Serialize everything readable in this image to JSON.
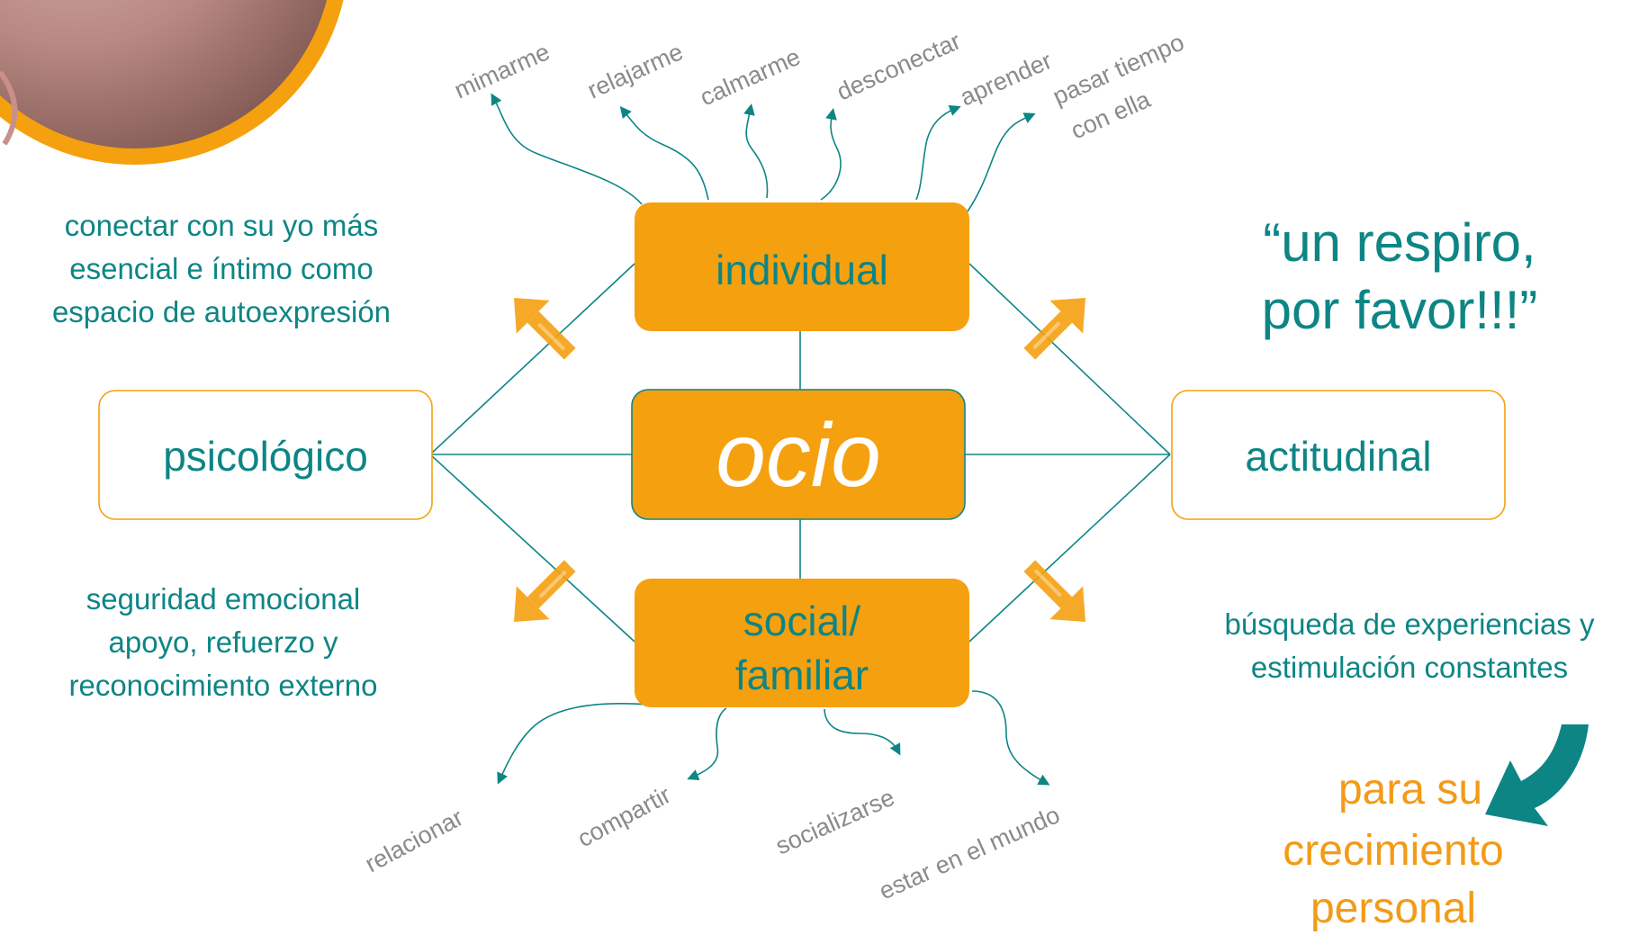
{
  "nodes": {
    "center": "ocio",
    "top": "individual",
    "bottom_line1": "social/",
    "bottom_line2": "familiar",
    "left": "psicológico",
    "right": "actitudinal"
  },
  "top_needs": [
    "mimarme",
    "relajarme",
    "calmarme",
    "desconectar",
    "aprender",
    "pasar tiempo",
    "con ella"
  ],
  "bottom_needs": [
    "relacionar",
    "compartir",
    "socializarse",
    "estar en el mundo"
  ],
  "descriptions": {
    "top_left": [
      "conectar con su yo más",
      "esencial e íntimo como",
      "espacio de autoexpresión"
    ],
    "bottom_left": [
      "seguridad emocional",
      "apoyo, refuerzo y",
      "reconocimiento externo"
    ],
    "bottom_right": [
      "búsqueda de experiencias y",
      "estimulación constantes"
    ]
  },
  "quote": [
    "“un respiro,",
    "por favor!!!”"
  ],
  "outcome": [
    "para su",
    "crecimiento",
    "personal"
  ],
  "colors": {
    "orange": "#f5a00f",
    "teal": "#0e8585",
    "grey": "#8a8a8a"
  }
}
